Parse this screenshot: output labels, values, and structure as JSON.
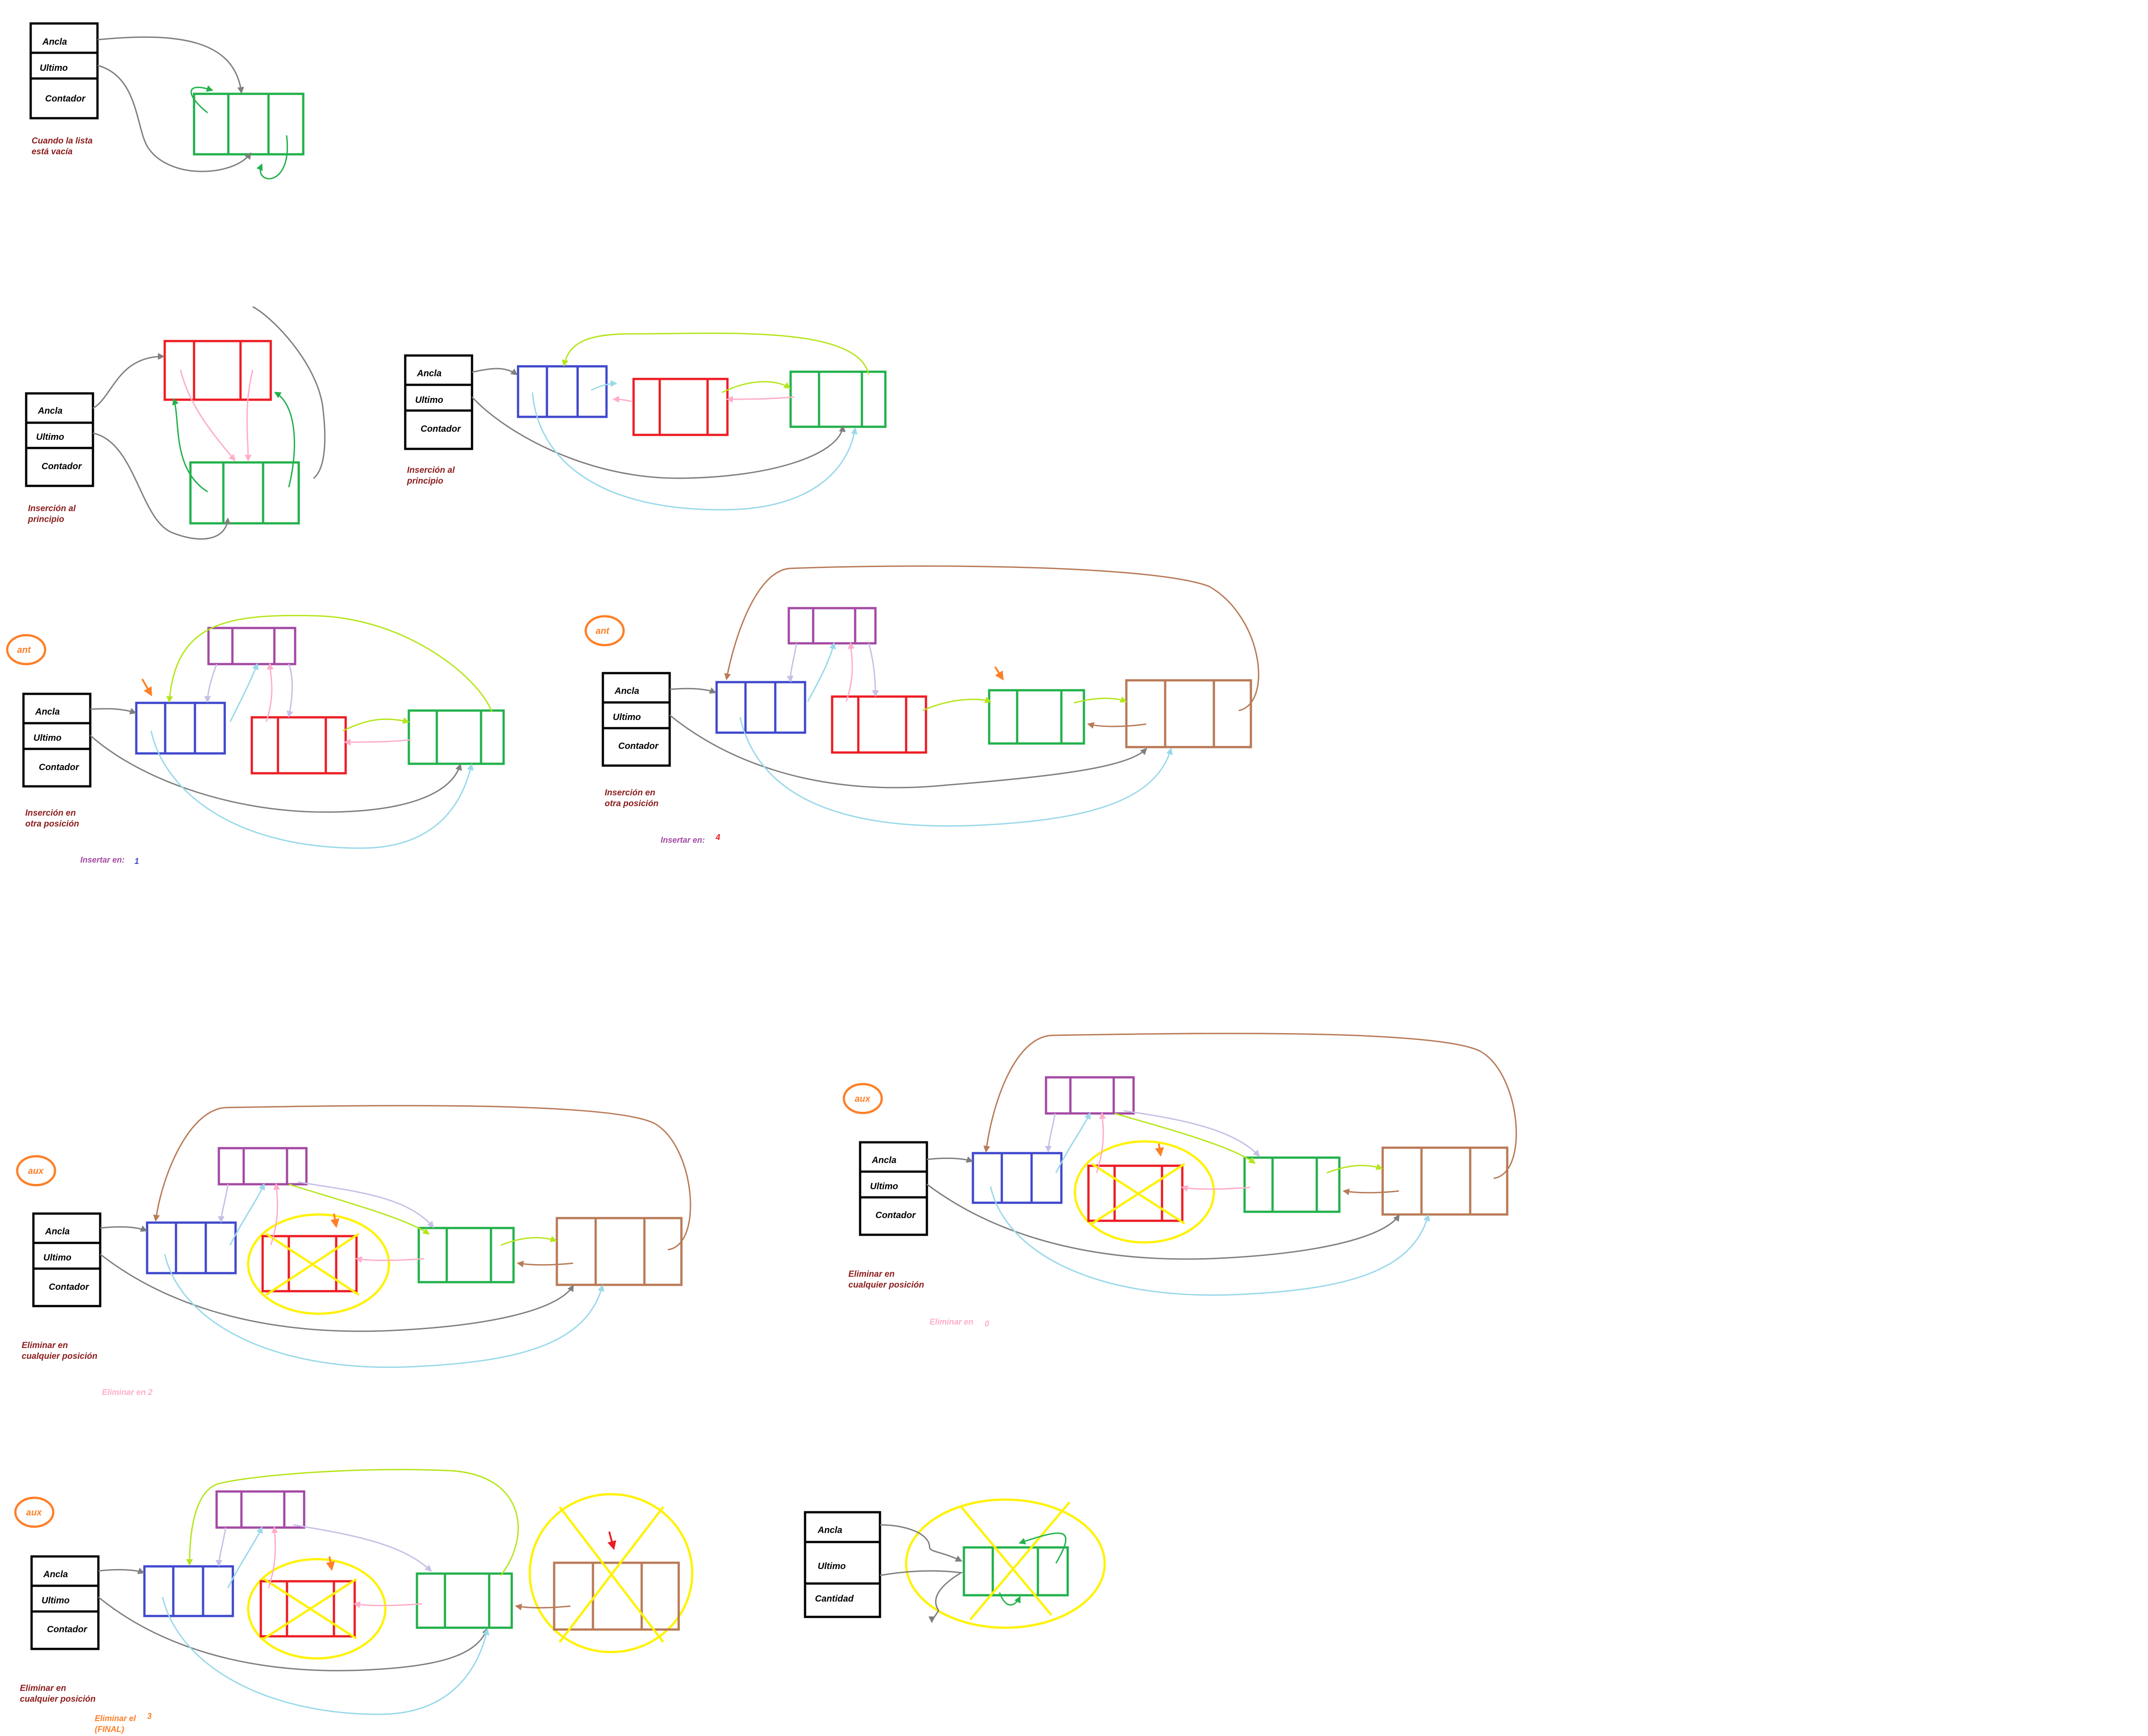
{
  "labels": {
    "ancla": "Ancla",
    "ultimo": "Ultimo",
    "contador": "Contador",
    "cantidad": "Cantidad",
    "ant": "ant",
    "aux": "aux"
  },
  "captions": {
    "empty": [
      "Cuando la lista",
      "está vacía"
    ],
    "insert_start": [
      "Inserción al",
      "principio"
    ],
    "insert_other": [
      "Inserción en",
      "otra posición"
    ],
    "delete_any": [
      "Eliminar en",
      "cualquier posición"
    ],
    "delete_final": [
      "Eliminar el",
      "(FINAL)"
    ]
  },
  "notes": {
    "insert_at_1": {
      "text": "Insertar en:",
      "value": "1"
    },
    "insert_at_4": {
      "text": "Insertar en:",
      "value": "4"
    },
    "delete_at_2": {
      "text": "Eliminar en 2"
    },
    "delete_at_0": {
      "text": "Eliminar en",
      "value": "0"
    },
    "delete_final_value": "3"
  },
  "colors": {
    "black": "#000000",
    "green": "#22b14c",
    "red": "#ed1c24",
    "blue": "#3f48cc",
    "purple": "#a349a4",
    "brown": "#b97a57",
    "gray": "#7f7f7f",
    "lightblue": "#99d9ea",
    "pink": "#ffaec9",
    "lime": "#b5e61d",
    "lavender": "#c8bfe7",
    "yellow": "#fff200",
    "orange": "#ff7f27",
    "darkred": "#8b1c1c",
    "lightpink": "#ffaec9",
    "notepurple": "#a349a4"
  }
}
